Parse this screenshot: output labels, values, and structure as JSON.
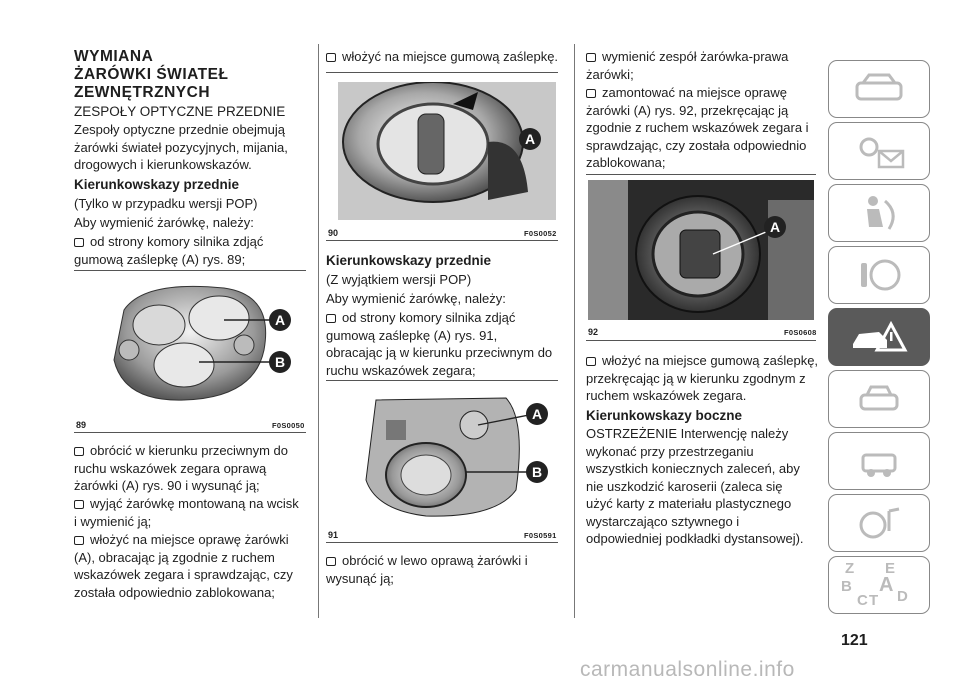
{
  "col1": {
    "section_title": [
      "WYMIANA",
      "ŻARÓWKI ŚWIATEŁ",
      "ZEWNĘTRZNYCH"
    ],
    "subheading": "ZESPOŁY OPTYCZNE PRZEDNIE",
    "intro": [
      "Zespoły optyczne przednie obejmują",
      "żarówki świateł pozycyjnych, mijania,",
      "drogowych i kierunkowskazów."
    ],
    "heading": "Kierunkowskazy przednie",
    "paras": [
      "(Tylko w przypadku wersji POP)",
      "Aby wymienić żarówkę, należy:"
    ],
    "step1": [
      "od strony komory silnika zdjąć",
      "gumową zaślepkę (A) rys. 89;"
    ],
    "fig_num": "89",
    "fig_code": "F0S0050",
    "fig_labels": [
      "A",
      "B"
    ],
    "steps": [
      [
        "obrócić w kierunku przeciwnym do",
        "ruchu wskazówek zegara oprawą",
        "żarówki (A) rys. 90 i wysunąć ją;"
      ],
      [
        "wyjąć żarówkę montowaną na wcisk",
        "i wymienić ją;"
      ],
      [
        "włożyć na miejsce oprawę żarówki",
        "(A), obracając ją zgodnie z ruchem",
        "wskazówek zegara i sprawdzając, czy",
        "została odpowiednio zablokowana;"
      ]
    ]
  },
  "col2": {
    "step_top": "włożyć na miejsce gumową zaślepkę.",
    "fig90_num": "90",
    "fig90_code": "F0S0052",
    "fig90_label": "A",
    "heading": "Kierunkowskazy przednie",
    "paras": [
      "(Z wyjątkiem wersji POP)",
      "Aby wymienić żarówkę, należy:"
    ],
    "step1": [
      "od strony komory silnika zdjąć",
      "gumową zaślepkę (A) rys. 91,",
      "obracając ją w kierunku przeciwnym do",
      "ruchu wskazówek zegara;"
    ],
    "fig91_num": "91",
    "fig91_code": "F0S0591",
    "fig91_labels": [
      "A",
      "B"
    ],
    "step2": [
      "obrócić w lewo oprawą żarówki i",
      "wysunąć ją;"
    ]
  },
  "col3": {
    "step1": [
      "wymienić zespół żarówka-prawa",
      "żarówki;"
    ],
    "step2": [
      "zamontować na miejsce oprawę",
      "żarówki (A) rys. 92, przekręcając ją",
      "zgodnie z ruchem wskazówek zegara i",
      "sprawdzając, czy została odpowiednio",
      "zablokowana;"
    ],
    "fig92_num": "92",
    "fig92_code": "F0S0608",
    "fig92_label": "A",
    "step3": [
      "włożyć na miejsce gumową zaślepkę,",
      "przekręcając ją w kierunku zgodnym z",
      "ruchem wskazówek zegara."
    ],
    "heading": "Kierunkowskazy boczne",
    "warning": [
      "OSTRZEŻENIE Interwencję należy",
      "wykonać przy przestrzeganiu",
      "wszystkich koniecznych zaleceń, aby",
      "nie uszkodzić karoserii (zaleca się",
      "użyć karty z materiału plastycznego",
      "wystarczająco sztywnego i",
      "odpowiedniej podkładki dystansowej)."
    ]
  },
  "sidebar": {
    "tabs": [
      "car-dashboard-icon",
      "warning-lights-icon",
      "safety-airbag-icon",
      "steering-key-icon",
      "emergency-car-icon",
      "maintenance-car-icon",
      "technical-data-icon",
      "multimedia-icon",
      "index-letters-icon"
    ],
    "active_index": 4,
    "index_letters": [
      "Z",
      "E",
      "B",
      "A",
      "C",
      "T",
      "D"
    ]
  },
  "page_number": "121",
  "watermark": "carmanualsonline.info"
}
